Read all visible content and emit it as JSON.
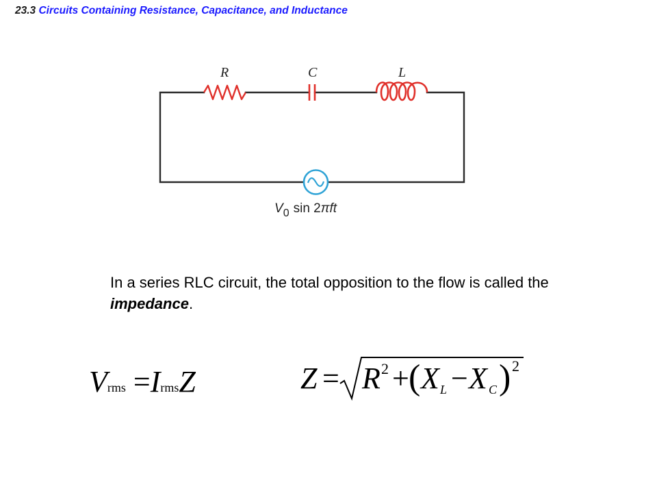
{
  "header": {
    "section_number": "23.3",
    "title": "Circuits Containing Resistance, Capacitance, and Inductance"
  },
  "circuit": {
    "resistor_label": "R",
    "capacitor_label": "C",
    "inductor_label": "L",
    "source_label": {
      "amplitude": "V",
      "amplitude_sub": "0",
      "function": "sin 2",
      "pi": "π",
      "vars": "ft"
    },
    "colors": {
      "wire": "#2b2b2b",
      "component": "#e0302a",
      "source": "#2fa3d6"
    }
  },
  "body": {
    "text_before": "In a series RLC circuit, the total opposition to the flow is called the ",
    "term": "impedance",
    "text_after": "."
  },
  "formulas": {
    "vrms": {
      "v": "V",
      "v_sub": "rms",
      "equals": "=",
      "i": "I",
      "i_sub": "rms",
      "z": "Z"
    },
    "impedance": {
      "z": "Z",
      "equals": "=",
      "r": "R",
      "r_exp": "2",
      "plus": "+",
      "open": "(",
      "xl": "X",
      "xl_sub": "L",
      "minus": "−",
      "xc": "X",
      "xc_sub": "C",
      "close": ")",
      "exp": "2"
    }
  }
}
